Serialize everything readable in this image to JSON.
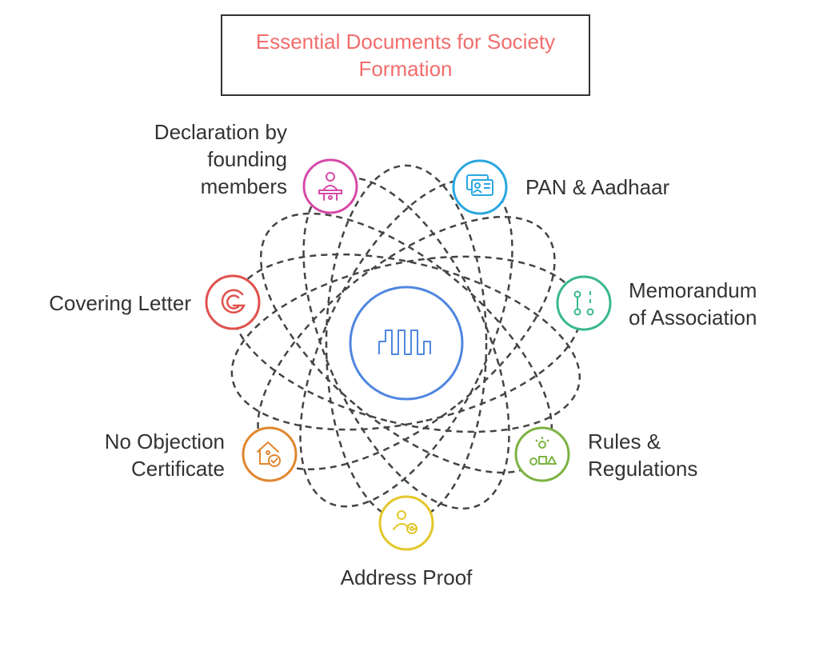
{
  "title": "Essential Documents for Society Formation",
  "colors": {
    "title": "#f26d6d",
    "hub": "#4f86e0",
    "orbit": "#444444",
    "text": "#333333"
  },
  "hub": {
    "icon": "square-wave-icon"
  },
  "nodes": [
    {
      "id": "declaration",
      "label": "Declaration by\nfounding\nmembers",
      "color": "#d54aa6",
      "icon": "person-at-desk-icon"
    },
    {
      "id": "pan-aadhaar",
      "label": "PAN & Aadhaar",
      "color": "#2aa7df",
      "icon": "id-card-icon"
    },
    {
      "id": "memorandum",
      "label": "Memorandum\nof Association",
      "color": "#39b98a",
      "icon": "flow-steps-icon"
    },
    {
      "id": "rules",
      "label": "Rules &\nRegulations",
      "color": "#7cb342",
      "icon": "shapes-idea-icon"
    },
    {
      "id": "address-proof",
      "label": "Address Proof",
      "color": "#e3c72a",
      "icon": "user-email-icon"
    },
    {
      "id": "noc",
      "label": "No Objection\nCertificate",
      "color": "#e0862e",
      "icon": "house-check-icon"
    },
    {
      "id": "covering-letter",
      "label": "Covering Letter",
      "color": "#e0514e",
      "icon": "letter-g-icon"
    }
  ]
}
